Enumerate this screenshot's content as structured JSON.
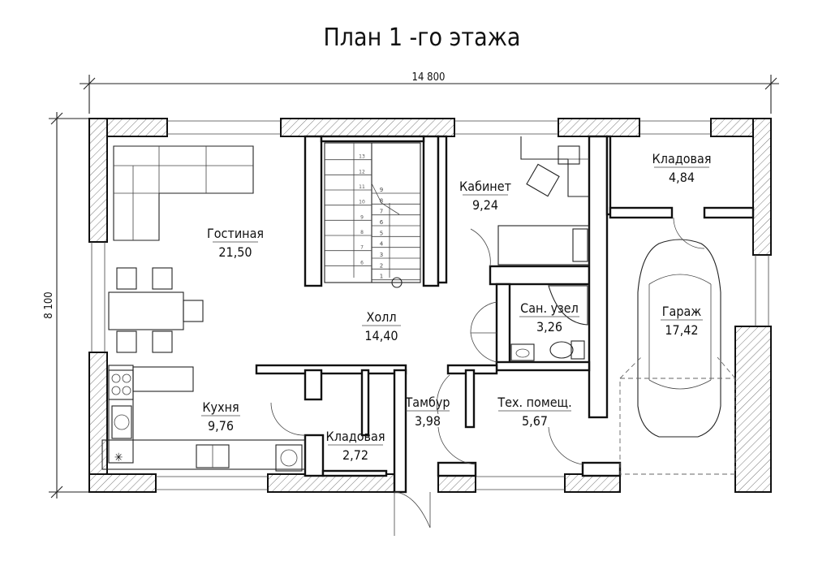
{
  "title": "План 1 -го этажа",
  "dimensions": {
    "width": "14 800",
    "height": "8 100"
  },
  "rooms": {
    "living": {
      "name": "Гостиная",
      "area": "21,50"
    },
    "office": {
      "name": "Кабинет",
      "area": "9,24"
    },
    "storage_top": {
      "name": "Кладовая",
      "area": "4,84"
    },
    "hall": {
      "name": "Холл",
      "area": "14,40"
    },
    "bathroom": {
      "name": "Сан. узел",
      "area": "3,26"
    },
    "garage": {
      "name": "Гараж",
      "area": "17,42"
    },
    "kitchen": {
      "name": "Кухня",
      "area": "9,76"
    },
    "storage_bottom": {
      "name": "Кладовая",
      "area": "2,72"
    },
    "vestibule": {
      "name": "Тамбур",
      "area": "3,98"
    },
    "tech_room": {
      "name": "Тех. помещ.",
      "area": "5,67"
    }
  },
  "stairs": {
    "steps_left": [
      "13",
      "12",
      "11",
      "10",
      "9",
      "8",
      "7",
      "6"
    ],
    "steps_right": [
      "9",
      "8",
      "7",
      "6",
      "5",
      "4",
      "3",
      "2",
      "1"
    ]
  }
}
